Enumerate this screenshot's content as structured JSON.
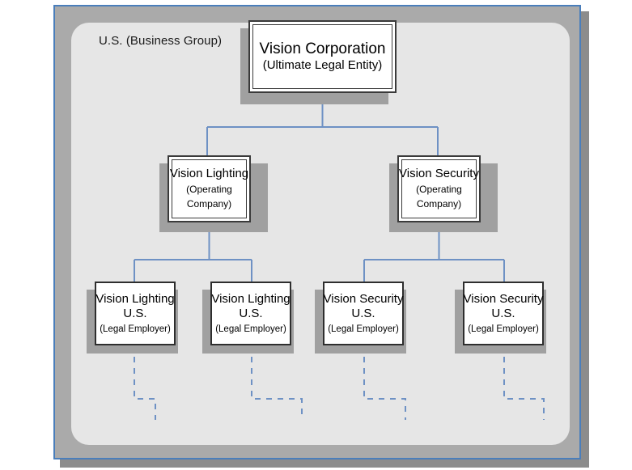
{
  "diagram": {
    "group_label": "U.S. (Business Group)",
    "colors": {
      "frame_border": "#4a7ebb",
      "frame_band": "#aaaaaa",
      "panel_background": "#e6e6e6",
      "connector_line": "#6e91c4",
      "dashed_line": "#6e91c4",
      "box_border": "#3a3a3a",
      "box_fill": "#ffffff",
      "box_shadow": "#a0a0a0"
    },
    "nodes": {
      "corporation": {
        "title": "Vision Corporation",
        "subtitle": "(Ultimate Legal Entity)"
      },
      "lighting_op": {
        "title": "Vision Lighting",
        "subtitle_line1": "(Operating",
        "subtitle_line2": "Company)"
      },
      "security_op": {
        "title": "Vision Security",
        "subtitle_line1": "(Operating",
        "subtitle_line2": "Company)"
      },
      "employers": [
        {
          "title_line1": "Vision Lighting",
          "title_line2": "U.S.",
          "subtitle": "(Legal Employer)"
        },
        {
          "title_line1": "Vision Lighting",
          "title_line2": "U.S.",
          "subtitle": "(Legal Employer)"
        },
        {
          "title_line1": "Vision Security",
          "title_line2": "U.S.",
          "subtitle": "(Legal Employer)"
        },
        {
          "title_line1": "Vision Security",
          "title_line2": "U.S.",
          "subtitle": "(Legal Employer)"
        }
      ]
    }
  }
}
